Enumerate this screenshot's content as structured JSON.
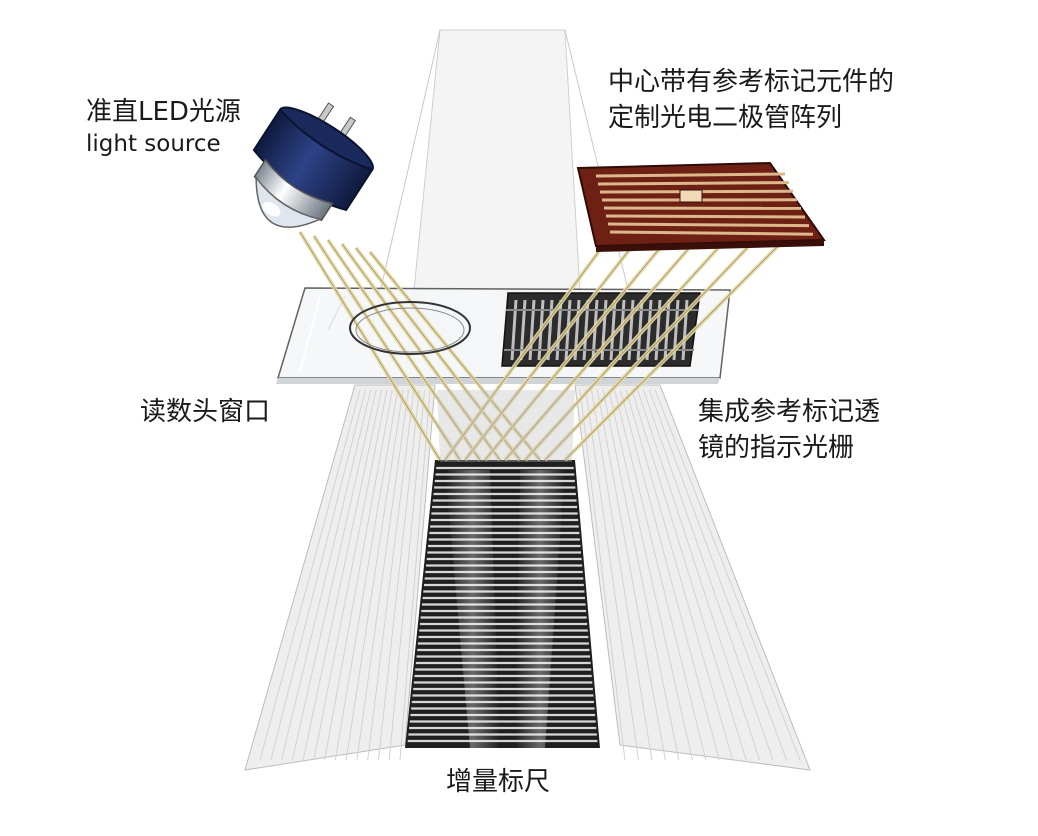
{
  "labels": {
    "light_source_cn": "准直LED光源",
    "light_source_en": "light source",
    "photodiode_line1": "中心带有参考标记元件的",
    "photodiode_line2": "定制光电二极管阵列",
    "readhead_window": "读数头窗口",
    "index_grating_line1": "集成参考标记透",
    "index_grating_line2": "镜的指示光栅",
    "scale": "增量标尺"
  },
  "colors": {
    "led_body": "#1f2f66",
    "led_lens": "#dfe6ee",
    "beam": "#e9dfa6",
    "photodiode_board": "#7a2417",
    "photodiode_stripes": "#d9b38a",
    "grating_dark": "#3a3a3a",
    "scale_dark": "#2b2b2b",
    "window_glass": "#f4f6f7",
    "text": "#1a1a1a"
  },
  "icons": {
    "led": "led-light-source-icon",
    "photodiode": "photodiode-array-icon",
    "grating": "index-grating-icon",
    "scale": "incremental-scale-icon"
  }
}
